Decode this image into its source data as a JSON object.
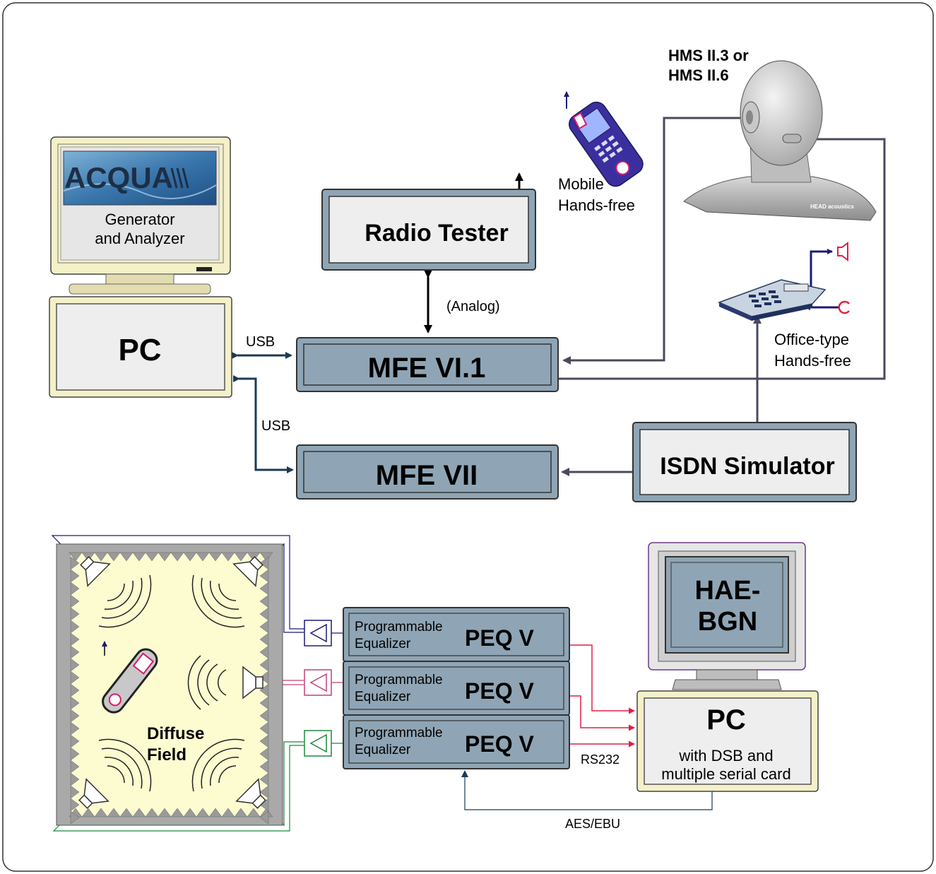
{
  "acqua_pc": {
    "logo": "ACQUA",
    "screen_line1": "Generator",
    "screen_line2": "and Analyzer",
    "label": "PC"
  },
  "radio_tester": {
    "label": "Radio Tester"
  },
  "mfe_vi": {
    "label": "MFE VI.1"
  },
  "mfe_vii": {
    "label": "MFE VII"
  },
  "isdn": {
    "label": "ISDN Simulator"
  },
  "head": {
    "line1": "HMS II.3 or",
    "line2": "HMS II.6",
    "brand": "HEAD acoustics"
  },
  "mobile": {
    "line1": "Mobile",
    "line2": "Hands-free"
  },
  "office": {
    "line1": "Office-type",
    "line2": "Hands-free"
  },
  "connections": {
    "analog": "(Analog)",
    "usb1": "USB",
    "usb2": "USB",
    "rs232": "RS232",
    "aes": "AES/EBU"
  },
  "diffuse": {
    "line1": "Diffuse",
    "line2": "Field"
  },
  "peq": [
    {
      "small1": "Programmable",
      "small2": "Equalizer",
      "label": "PEQ V"
    },
    {
      "small1": "Programmable",
      "small2": "Equalizer",
      "label": "PEQ V"
    },
    {
      "small1": "Programmable",
      "small2": "Equalizer",
      "label": "PEQ V"
    }
  ],
  "bgn": {
    "screen_line1": "HAE-",
    "screen_line2": "BGN",
    "label": "PC",
    "sub1": "with DSB and",
    "sub2": "multiple serial card"
  },
  "colors": {
    "device_fill": "#8fa5b5",
    "panel_fill": "#eaeaea",
    "monitor_beige": "#f4f0c8",
    "field_fill": "#fdfbd0",
    "cable_dark": "#1c3a55",
    "cable_grey": "#4a4a5e",
    "rs232": "#e0204a",
    "pink": "#c0407a",
    "green": "#1a8a3a",
    "navy": "#1a1a7a"
  }
}
